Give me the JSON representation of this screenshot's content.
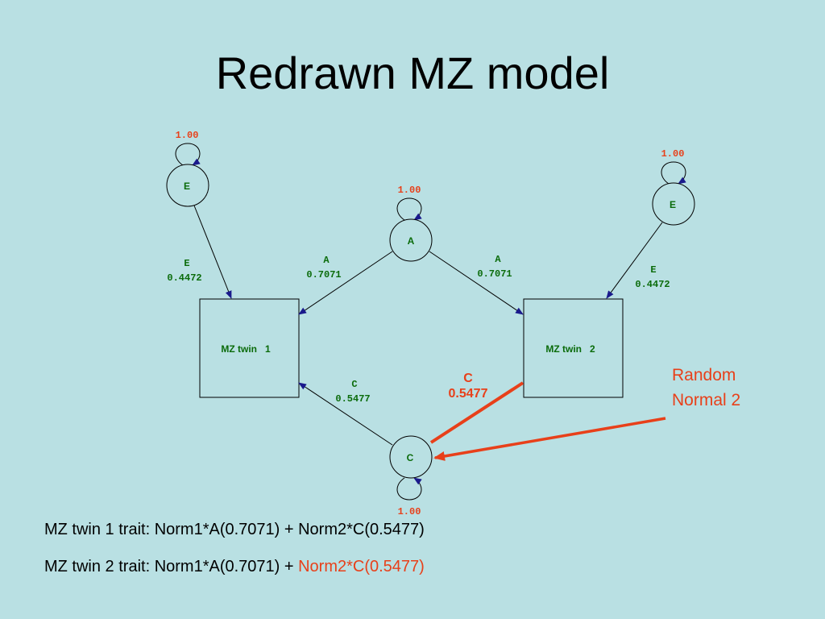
{
  "title": "Redrawn MZ model",
  "nodes": {
    "e_left": {
      "label": "E",
      "variance": "1.00"
    },
    "e_right": {
      "label": "E",
      "variance": "1.00"
    },
    "a": {
      "label": "A",
      "variance": "1.00"
    },
    "c": {
      "label": "C",
      "variance": "1.00"
    },
    "twin1": {
      "label": "MZ twin   1"
    },
    "twin2": {
      "label": "MZ twin   2"
    }
  },
  "paths": {
    "e_left": {
      "name": "E",
      "value": "0.4472"
    },
    "e_right": {
      "name": "E",
      "value": "0.4472"
    },
    "a_left": {
      "name": "A",
      "value": "0.7071"
    },
    "a_right": {
      "name": "A",
      "value": "0.7071"
    },
    "c_left": {
      "name": "C",
      "value": "0.5477"
    },
    "c_right": {
      "name": "C",
      "value": "0.5477"
    }
  },
  "annotation": {
    "line1": "Random",
    "line2": "Normal 2"
  },
  "equations": {
    "twin1": "MZ twin 1 trait: Norm1*A(0.7071) + Norm2*C(0.5477)",
    "twin2_prefix": "MZ twin 2 trait: Norm1*A(0.7071) + ",
    "twin2_highlight": "Norm2*C(0.5477)"
  },
  "colors": {
    "background": "#b9e0e3",
    "label_green": "#0a6b0a",
    "highlight_red": "#e8401a",
    "arrow_blue": "#1a1a8c"
  }
}
